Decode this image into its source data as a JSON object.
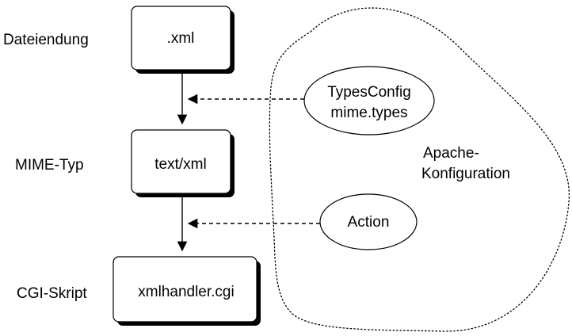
{
  "labels": {
    "extension": "Dateiendung",
    "mime_type": "MIME-Typ",
    "cgi_script": "CGI-Skript"
  },
  "boxes": {
    "extension_value": ".xml",
    "mime_value": "text/xml",
    "cgi_value": "xmlhandler.cgi"
  },
  "directives": {
    "types_line1": "TypesConfig",
    "types_line2": "mime.types",
    "action": "Action"
  },
  "region": {
    "line1": "Apache-",
    "line2": "Konfiguration"
  }
}
